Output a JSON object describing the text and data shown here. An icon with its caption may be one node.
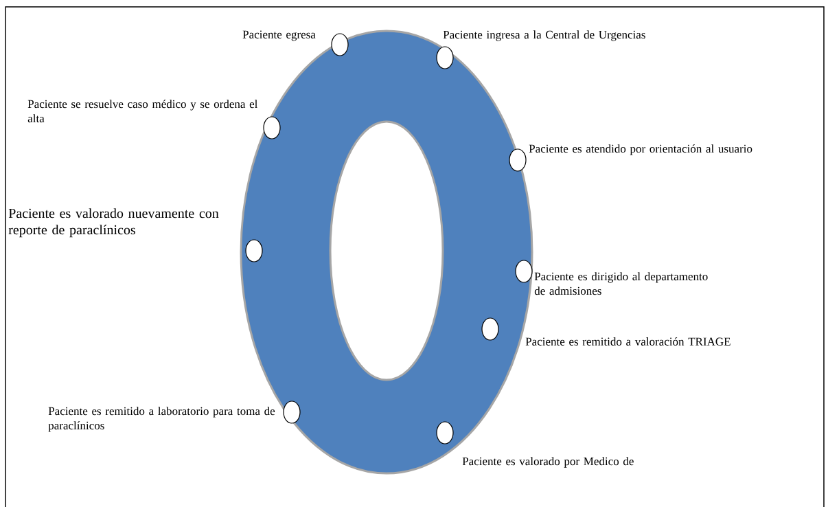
{
  "diagram": {
    "nodes": [
      {
        "text": [],
        "shape": "circle",
        "beside": [
          "Paciente egresa"
        ]
      },
      {
        "text": [],
        "shape": "circle",
        "beside": [
          "Paciente ingresa a la Central de Urgencias"
        ]
      },
      {
        "text": [],
        "shape": "circle",
        "beside": [
          "Paciente se resuelve caso médico y se ordena el alta"
        ]
      },
      {
        "text": [],
        "shape": "circle",
        "beside": [
          "Paciente es atendido por orientación al usuario"
        ]
      },
      {
        "text": [],
        "shape": "circle",
        "beside": [
          "Paciente es valorado nuevamente con reporte de paraclínicos"
        ]
      },
      {
        "text": [],
        "shape": "circle",
        "beside": [
          "Paciente es dirigido al departamento de admisiones"
        ]
      },
      {
        "text": [],
        "shape": "circle",
        "beside": [
          "Paciente es remitido a valoración TRIAGE"
        ]
      },
      {
        "text": [],
        "shape": "circle",
        "beside": [
          "Paciente es remitido a laboratorio para toma de paraclínicos"
        ]
      },
      {
        "text": [],
        "shape": "circle",
        "beside": [
          "Paciente es valorado por Medico de"
        ]
      }
    ]
  }
}
